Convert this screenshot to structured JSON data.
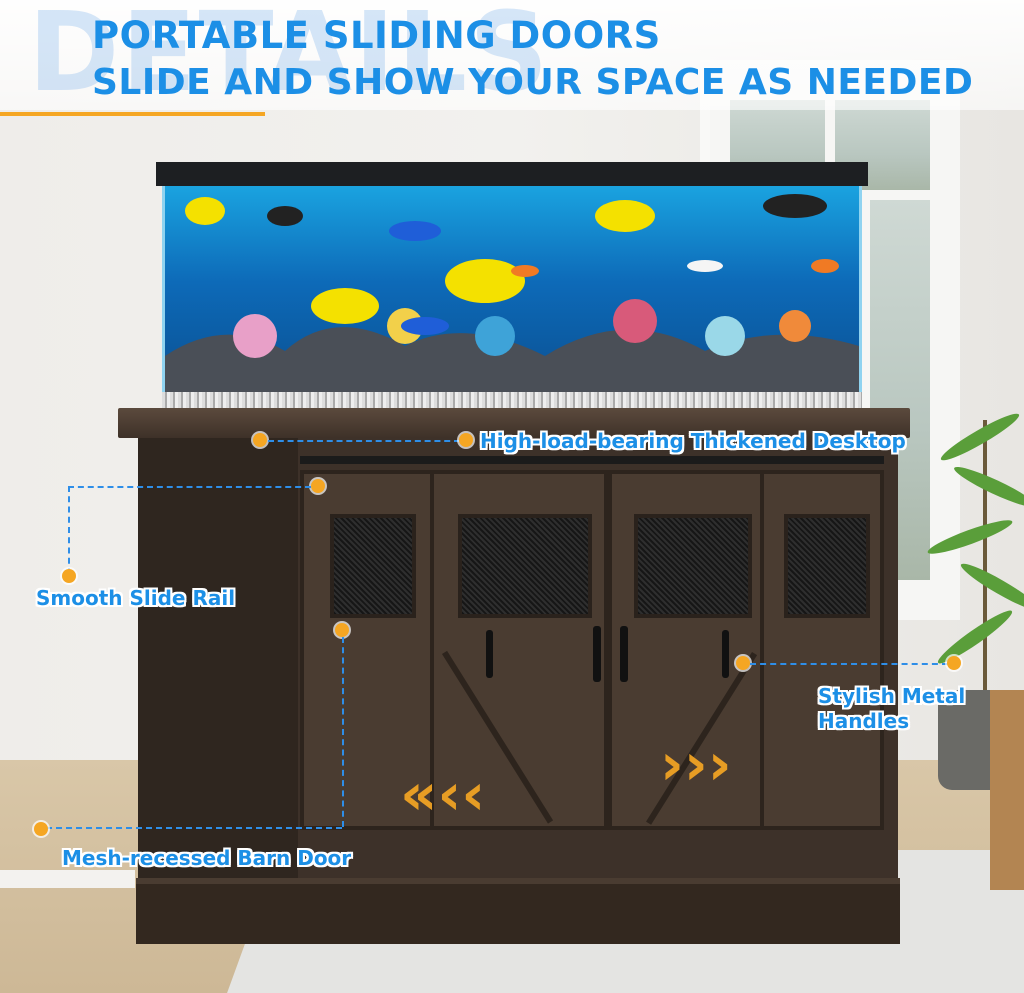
{
  "banner": {
    "ghost_text": "DETAILS",
    "line1": "PORTABLE SLIDING DOORS",
    "line2": "SLIDE AND SHOW YOUR SPACE AS NEEDED"
  },
  "callouts": {
    "desktop": "High-load-bearing Thickened Desktop",
    "rail": "Smooth Slide Rail",
    "handles_line1": "Stylish Metal",
    "handles_line2": "Handles",
    "door": "Mesh-recessed Barn Door"
  },
  "colors": {
    "accent_blue": "#1c8fe6",
    "accent_orange": "#f5a623",
    "wood_dark": "#3d3129"
  },
  "icons": {
    "left_arrows": "«‹‹",
    "right_arrows": "›››"
  }
}
